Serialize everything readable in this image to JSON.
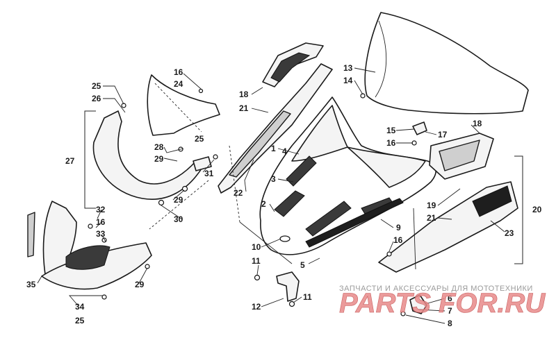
{
  "diagram": {
    "callouts": [
      {
        "id": "c25a",
        "text": "25"
      },
      {
        "id": "c26",
        "text": "26"
      },
      {
        "id": "c16a",
        "text": "16"
      },
      {
        "id": "c24",
        "text": "24"
      },
      {
        "id": "c27",
        "text": "27"
      },
      {
        "id": "c28",
        "text": "28"
      },
      {
        "id": "c29a",
        "text": "29"
      },
      {
        "id": "c25b",
        "text": "25"
      },
      {
        "id": "c31",
        "text": "31"
      },
      {
        "id": "c29b",
        "text": "29"
      },
      {
        "id": "c30",
        "text": "30"
      },
      {
        "id": "c32",
        "text": "32"
      },
      {
        "id": "c16b",
        "text": "16"
      },
      {
        "id": "c33",
        "text": "33"
      },
      {
        "id": "c35",
        "text": "35"
      },
      {
        "id": "c29c",
        "text": "29"
      },
      {
        "id": "c34",
        "text": "34"
      },
      {
        "id": "c25c",
        "text": "25"
      },
      {
        "id": "c18a",
        "text": "18"
      },
      {
        "id": "c21a",
        "text": "21"
      },
      {
        "id": "c22",
        "text": "22"
      },
      {
        "id": "c1",
        "text": "1"
      },
      {
        "id": "c4",
        "text": "4"
      },
      {
        "id": "c3",
        "text": "3"
      },
      {
        "id": "c2",
        "text": "2"
      },
      {
        "id": "c10",
        "text": "10"
      },
      {
        "id": "c11a",
        "text": "11"
      },
      {
        "id": "c12",
        "text": "12"
      },
      {
        "id": "c11b",
        "text": "11"
      },
      {
        "id": "c5",
        "text": "5"
      },
      {
        "id": "c9",
        "text": "9"
      },
      {
        "id": "c16c",
        "text": "16"
      },
      {
        "id": "c13",
        "text": "13"
      },
      {
        "id": "c14",
        "text": "14"
      },
      {
        "id": "c15",
        "text": "15"
      },
      {
        "id": "c17",
        "text": "17"
      },
      {
        "id": "c16d",
        "text": "16"
      },
      {
        "id": "c18b",
        "text": "18"
      },
      {
        "id": "c19",
        "text": "19"
      },
      {
        "id": "c21b",
        "text": "21"
      },
      {
        "id": "c23",
        "text": "23"
      },
      {
        "id": "c20",
        "text": "20"
      },
      {
        "id": "c6",
        "text": "6"
      },
      {
        "id": "c7",
        "text": "7"
      },
      {
        "id": "c8",
        "text": "8"
      }
    ]
  },
  "watermark": {
    "caption": "ЗАПЧАСТИ И АКСЕССУАРЫ ДЛЯ МОТОТЕХНИКИ",
    "brand": "PARTS FOR.RU"
  }
}
